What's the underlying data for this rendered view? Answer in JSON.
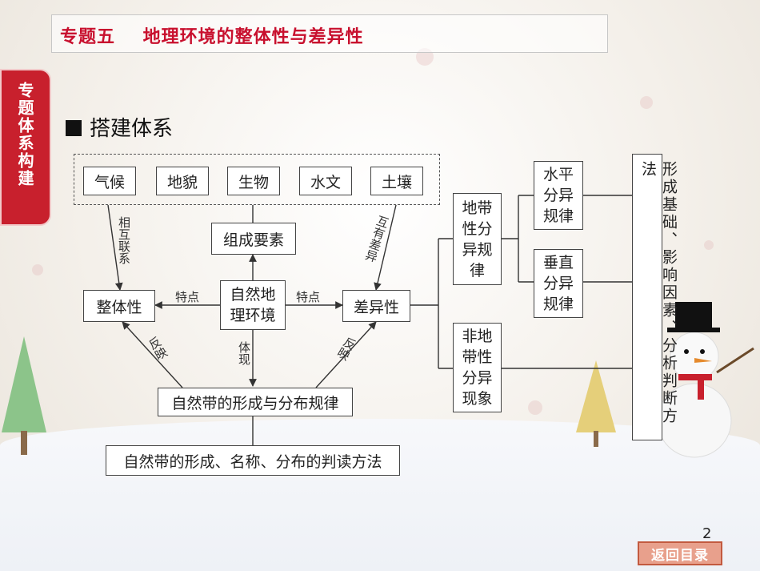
{
  "title": "专题五    地理环境的整体性与差异性",
  "side_tab": "专题体系构建",
  "heading": "搭建体系",
  "elements": [
    "气候",
    "地貌",
    "生物",
    "水文",
    "土壤"
  ],
  "nodes": {
    "components": "组成要素",
    "center": "自然地理环境",
    "integrity": "整体性",
    "difference": "差异性",
    "natural_zone": "自然带的形成与分布规律",
    "bottom": "自然带的形成、名称、分布的判读方法",
    "zonal": "地带性分异规律",
    "nonzonal": "非地带性分异现象",
    "horizontal": "水平分异规律",
    "vertical": "垂直分异规律",
    "right_panel": "形成基础、影响因素、分析判断方法"
  },
  "edge_labels": {
    "interrelated": "相互联系",
    "mutual_difference": "互有差异",
    "feature_left": "特点",
    "feature_right": "特点",
    "reflect_left": "反映",
    "reflect_right": "反映",
    "embody": "体现"
  },
  "page_number": "2",
  "back_button": "返回目录",
  "colors": {
    "accent": "#c8102e"
  }
}
